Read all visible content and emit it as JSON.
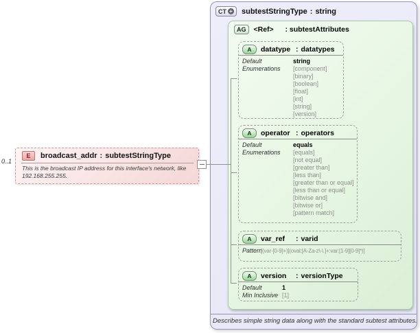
{
  "colors": {
    "ct_background": "#e9e9f8",
    "ct_border": "#9595bd",
    "ag_background": "#e4f5e0",
    "ag_border": "#aec6ae",
    "element_background": "#f9e3e3",
    "element_border": "#c49c9c",
    "badge_red_text": "#8b2121",
    "connector": "#919191",
    "muted_value": "#8f8f8f"
  },
  "element": {
    "cardinality": "0..1",
    "badge": "E",
    "name": "broadcast_addr",
    "sep": ":",
    "type": "subtestStringType",
    "doc": "This is the broadcast IP address for this interface's network, like 192.168.255.255."
  },
  "ct": {
    "badge": "CT",
    "plus": "+",
    "name": "subtestStringType",
    "sep": ":",
    "type": "string",
    "doc": "Describes simple string data along with the standard subtest attributes.",
    "ag": {
      "badge": "AG",
      "name": "<Ref>",
      "sep": ":",
      "type": "subtestAttributes"
    },
    "attributes": [
      {
        "badge": "A",
        "name": "datatype",
        "sep": ":",
        "type": "datatypes",
        "default_label": "Default",
        "default_value": "string",
        "enum_label": "Enumerations",
        "enums": [
          "[component]",
          "[binary]",
          "[boolean]",
          "[float]",
          "[int]",
          "[string]",
          "[version]"
        ]
      },
      {
        "badge": "A",
        "name": "operator",
        "sep": ":",
        "type": "operators",
        "default_label": "Default",
        "default_value": "equals",
        "enum_label": "Enumerations",
        "enums": [
          "[equals]",
          "[not equal]",
          "[greater than]",
          "[less than]",
          "[greater than or equal]",
          "[less than or equal]",
          "[bitwise and]",
          "[bitwise or]",
          "[pattern match]"
        ]
      },
      {
        "badge": "A",
        "name": "var_ref",
        "sep": ":",
        "type": "varid",
        "pattern_label": "Pattern",
        "pattern_value": "[(var-[0-9]+)|(oval:[A-Za-z\\-\\.]+:var:[1-9][0-9]*)]"
      },
      {
        "badge": "A",
        "name": "version",
        "sep": ":",
        "type": "versionType",
        "default_label": "Default",
        "default_value": "1",
        "min_label": "Min Inclusive",
        "min_value": "[1]"
      }
    ]
  }
}
